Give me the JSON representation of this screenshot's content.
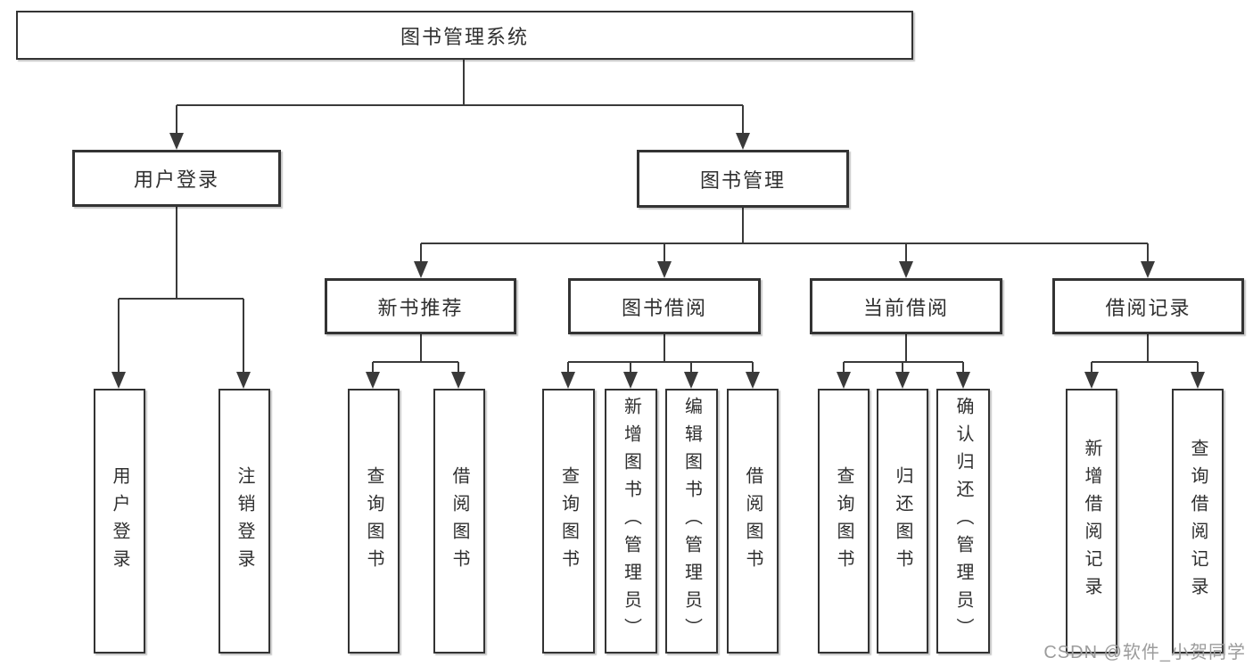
{
  "diagram": {
    "root": {
      "label": "图书管理系统"
    },
    "level2": [
      {
        "label": "用户登录"
      },
      {
        "label": "图书管理"
      }
    ],
    "level3": [
      {
        "label": "新书推荐"
      },
      {
        "label": "图书借阅"
      },
      {
        "label": "当前借阅"
      },
      {
        "label": "借阅记录"
      }
    ],
    "leaves": {
      "login": [
        {
          "label": "用户登录"
        },
        {
          "label": "注销登录"
        }
      ],
      "recommend": [
        {
          "label": "查询图书"
        },
        {
          "label": "借阅图书"
        }
      ],
      "borrow": [
        {
          "label": "查询图书"
        },
        {
          "label": "新增图书（管理员）"
        },
        {
          "label": "编辑图书（管理员）"
        },
        {
          "label": "借阅图书"
        }
      ],
      "current": [
        {
          "label": "查询图书"
        },
        {
          "label": "归还图书"
        },
        {
          "label": "确认归还（管理员）"
        }
      ],
      "records": [
        {
          "label": "新增借阅记录"
        },
        {
          "label": "查询借阅记录"
        }
      ]
    }
  },
  "watermark": {
    "text": "CSDN @软件_小贺同学"
  },
  "colors": {
    "line": "#3a3a3a",
    "box_border": "#333333",
    "box_fill": "#ffffff",
    "text": "#2f2f2f",
    "watermark": "#9c9c9c",
    "bg": "#ffffff"
  }
}
